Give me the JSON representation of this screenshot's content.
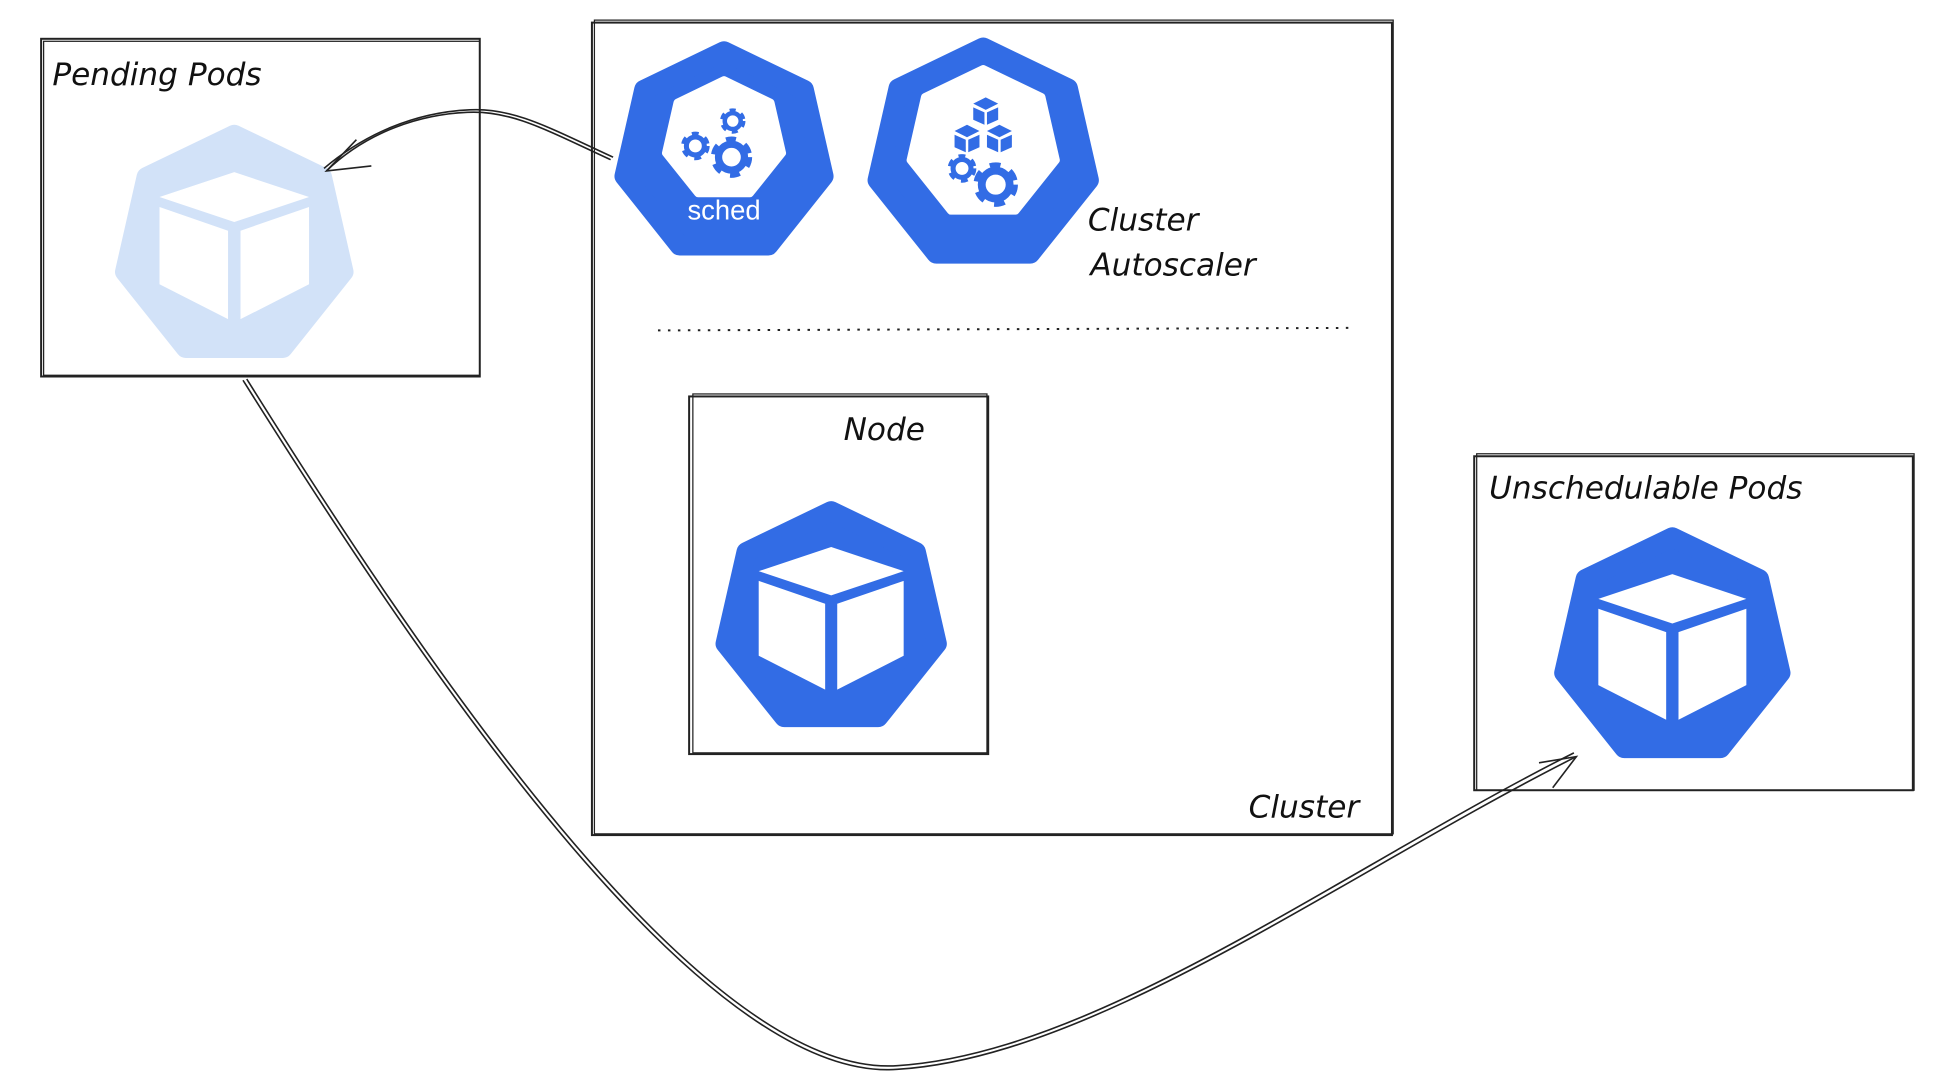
{
  "labels": {
    "pending_pods": "Pending Pods",
    "scheduler": "sched",
    "cluster_autoscaler_line1": "Cluster",
    "cluster_autoscaler_line2": "Autoscaler",
    "node": "Node",
    "cluster": "Cluster",
    "unschedulable_pods": "Unschedulable Pods"
  },
  "icons": {
    "pending_pod": "kubernetes-pod-icon",
    "scheduler": "kubernetes-scheduler-icon",
    "autoscaler": "kubernetes-autoscaler-icon",
    "node_pod": "kubernetes-pod-icon",
    "unschedulable_pod": "kubernetes-pod-icon"
  },
  "colors": {
    "k8s_blue": "#326ce5",
    "pending_light_blue": "#d2e2f8"
  }
}
